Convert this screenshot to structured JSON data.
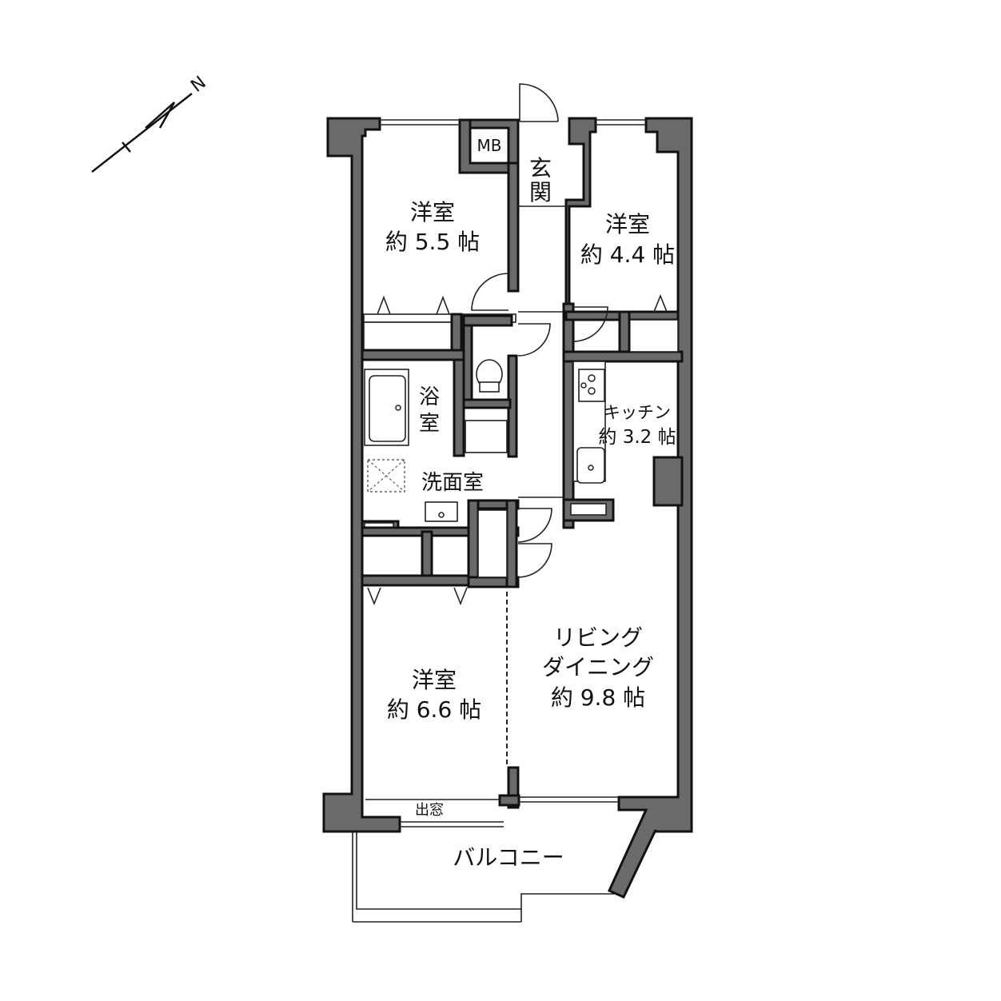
{
  "compass": {
    "letter": "N"
  },
  "rooms": {
    "western_1": {
      "name": "洋室",
      "size": "約 5.5 帖"
    },
    "western_2": {
      "name": "洋室",
      "size": "約 4.4 帖"
    },
    "western_3": {
      "name": "洋室",
      "size": "約 6.6 帖"
    },
    "kitchen": {
      "name": "キッチン",
      "size": "約 3.2 帖"
    },
    "living": {
      "line1": "リビング",
      "line2": "ダイニング",
      "size": "約 9.8 帖"
    },
    "entrance": {
      "line1": "玄",
      "line2": "関"
    },
    "bath": {
      "line1": "浴",
      "line2": "室"
    },
    "washroom": {
      "name": "洗面室"
    },
    "meter_box": {
      "name": "MB"
    },
    "bay_window": {
      "name": "出窓"
    },
    "balcony": {
      "name": "バルコニー"
    }
  },
  "colors": {
    "wall": "#6a6a6a",
    "line": "#222222"
  }
}
